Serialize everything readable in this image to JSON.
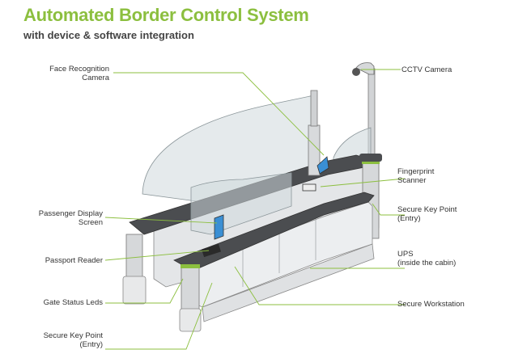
{
  "header": {
    "title": "Automated Border Control System",
    "subtitle": "with device & software integration"
  },
  "accent_color": "#8cbf3f",
  "labels": {
    "face_cam_1": "Face Recognition",
    "face_cam_2": "Camera",
    "display_1": "Passenger Display",
    "display_2": "Screen",
    "passport": "Passport Reader",
    "gate_leds": "Gate Status Leds",
    "key_left_1": "Secure Key Point",
    "key_left_2": "(Entry)",
    "cctv": "CCTV Camera",
    "finger_1": "Fingerprint",
    "finger_2": "Scanner",
    "key_right_1": "Secure Key Point",
    "key_right_2": "(Entry)",
    "ups_1": "UPS",
    "ups_2": "(inside the cabin)",
    "workstation": "Secure Workstation"
  }
}
